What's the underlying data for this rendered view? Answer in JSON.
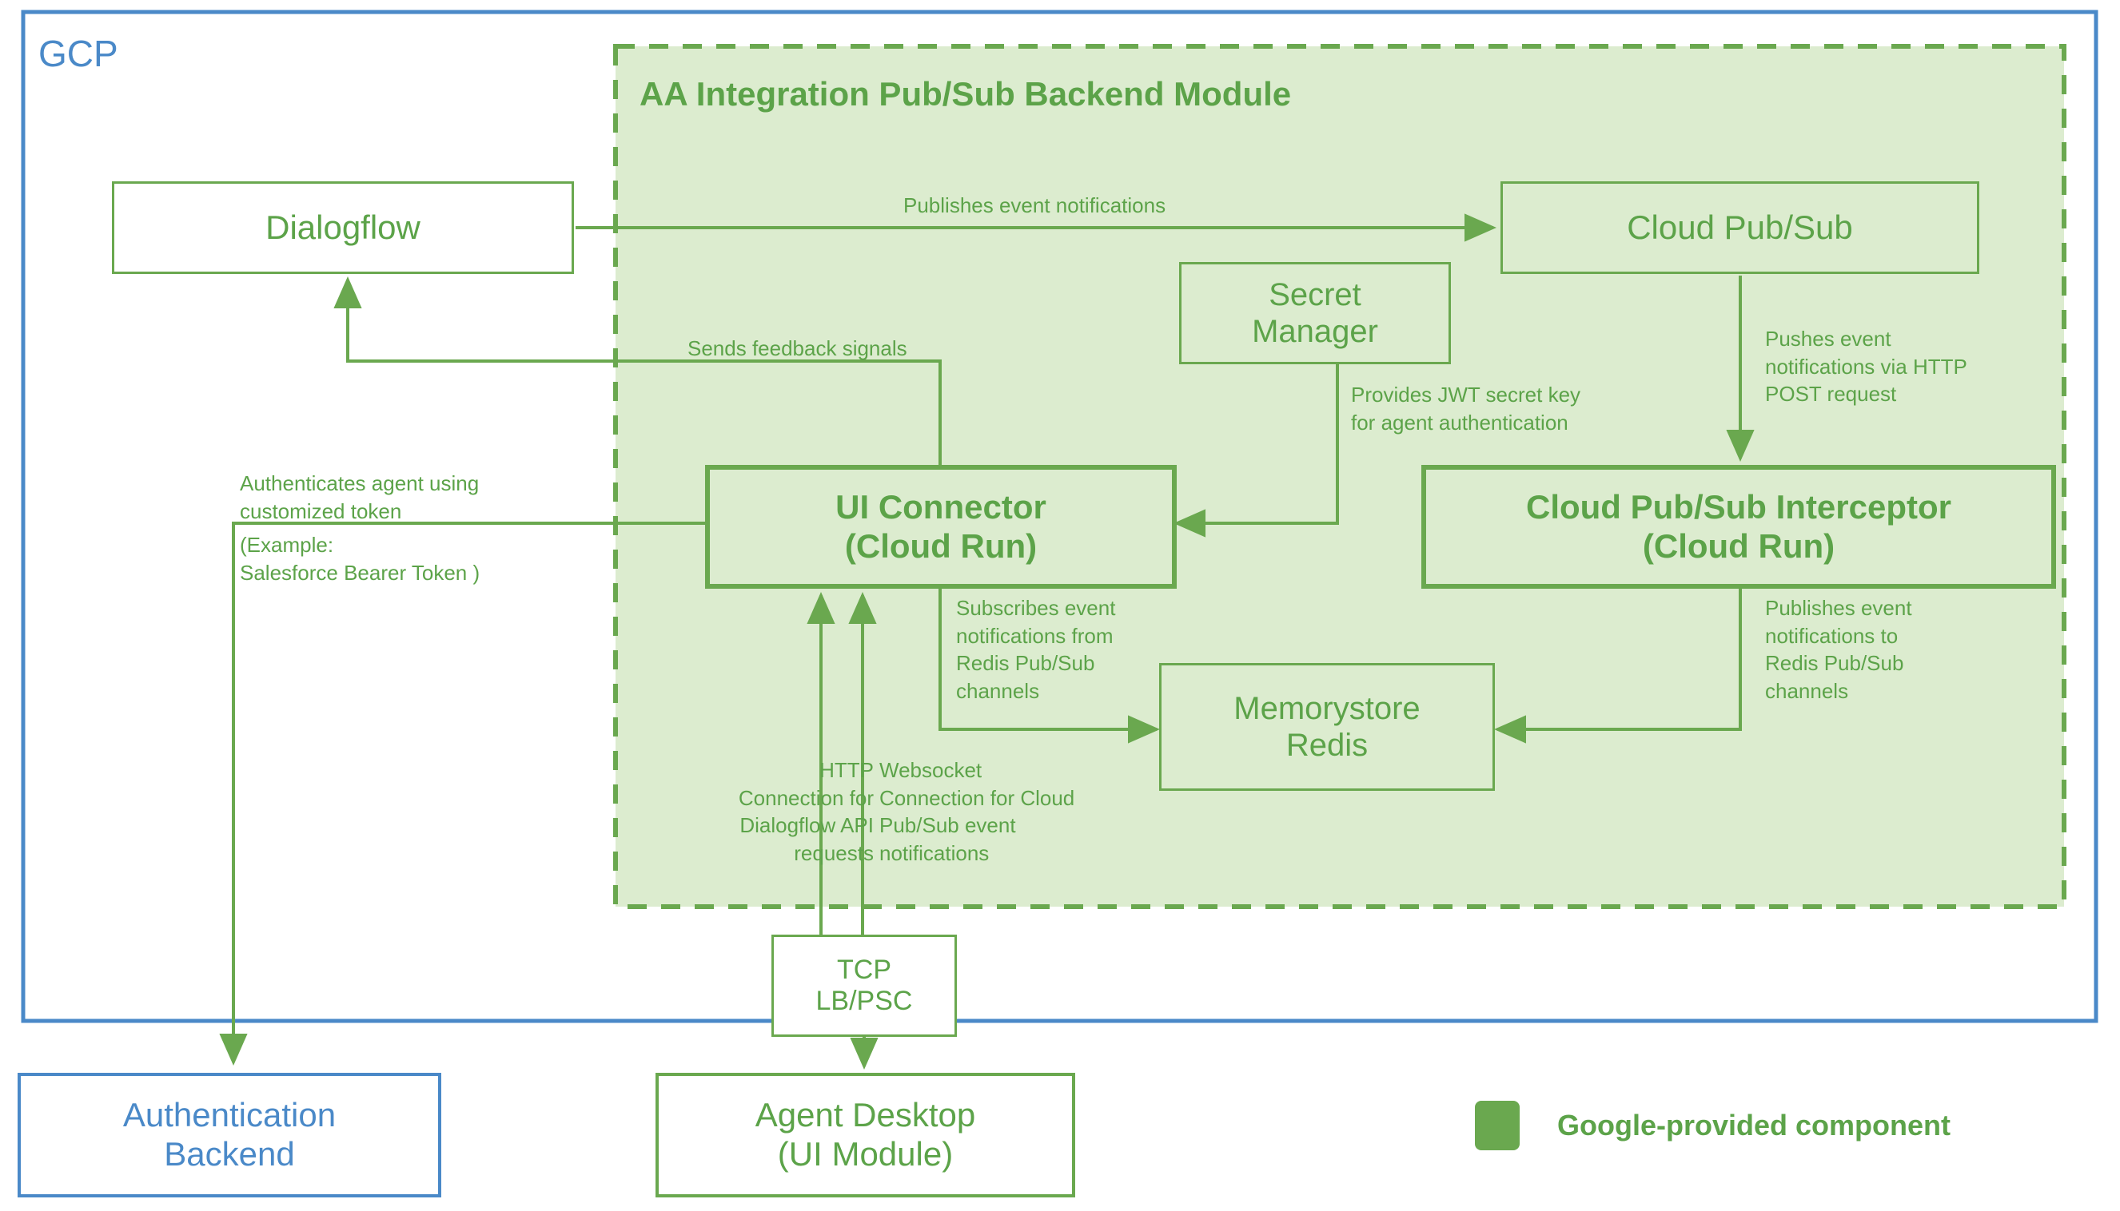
{
  "diagram": {
    "title": "AA Integration Pub/Sub Backend Module architecture",
    "colors": {
      "green_stroke": "#6aa84f",
      "green_text": "#5ca349",
      "green_fill": "#dceccf",
      "blue_stroke": "#4a89c8",
      "blue_text": "#4a89c8",
      "white_fill": "#ffffff",
      "legend_swatch": "#6aa84f"
    }
  },
  "boundaries": {
    "gcp": {
      "label": "GCP"
    },
    "module": {
      "label": "AA Integration Pub/Sub Backend Module"
    }
  },
  "nodes": {
    "dialogflow": {
      "label": "Dialogflow"
    },
    "cloud_pubsub": {
      "label": "Cloud Pub/Sub"
    },
    "secret_manager": {
      "line1": "Secret",
      "line2": "Manager"
    },
    "ui_connector": {
      "line1": "UI Connector",
      "line2": "(Cloud Run)"
    },
    "interceptor": {
      "line1": "Cloud Pub/Sub Interceptor",
      "line2": "(Cloud Run)"
    },
    "memorystore": {
      "line1": "Memorystore",
      "line2": "Redis"
    },
    "tcp_lb": {
      "line1": "TCP",
      "line2": "LB/PSC"
    },
    "auth_backend": {
      "line1": "Authentication",
      "line2": "Backend"
    },
    "agent_desktop": {
      "line1": "Agent Desktop",
      "line2": "(UI Module)"
    }
  },
  "edge_labels": {
    "publishes_event_notifications": "Publishes event notifications",
    "sends_feedback_signals": "Sends feedback signals",
    "provides_jwt": "Provides JWT secret key\nfor agent authentication",
    "pushes_event_http_post": "Pushes event\nnotifications via HTTP\nPOST request",
    "authenticates_agent": "Authenticates agent using\ncustomized token",
    "authenticates_agent_example": "(Example:\nSalesforce Bearer Token )",
    "subscribes_redis": "Subscribes event\nnotifications from\nRedis Pub/Sub\nchannels",
    "publishes_redis": "Publishes event\nnotifications to\nRedis Pub/Sub\nchannels",
    "http_dialogflow": "HTTP\nConnection for\nDialogflow API\nrequests",
    "websocket_pubsub": "Websocket\nConnection for Cloud\nPub/Sub event\nnotifications"
  },
  "legend": {
    "swatch_name": "google-component-swatch",
    "label": "Google-provided component"
  }
}
